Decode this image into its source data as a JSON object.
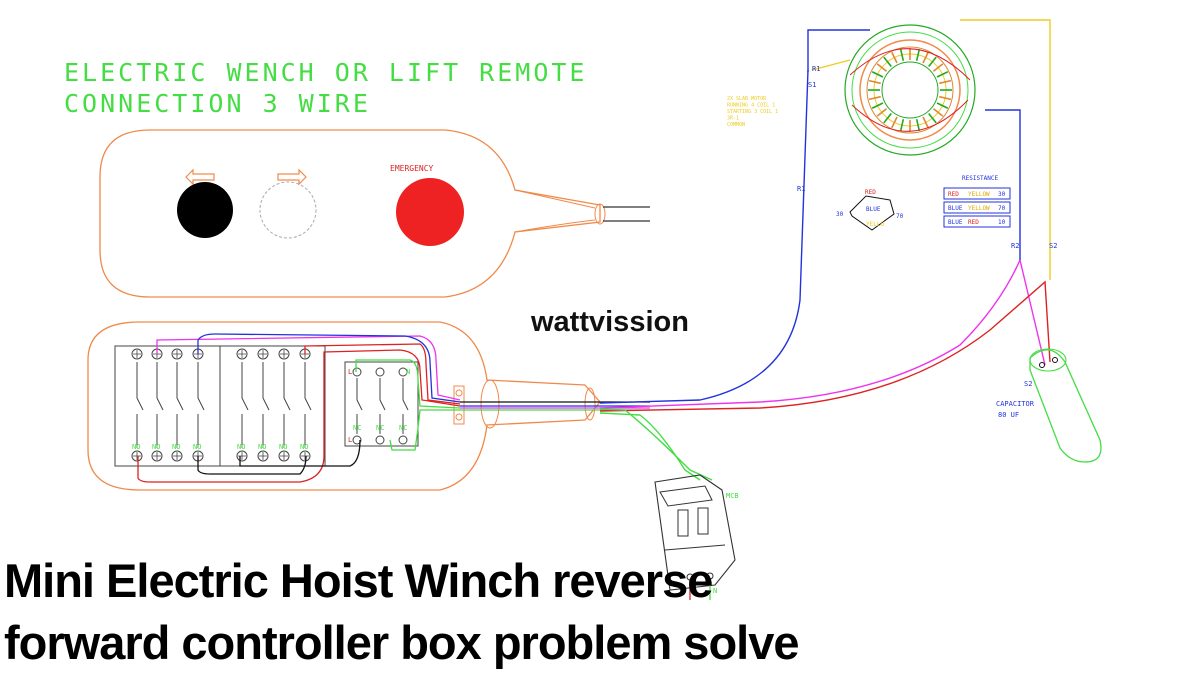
{
  "heading": {
    "line1": "ELECTRIC WENCH OR LIFT REMOTE",
    "line2": "CONNECTION 3 WIRE"
  },
  "remote": {
    "emergency_label": "EMERGENCY",
    "left_arrow_icon": "left-arrow-icon",
    "right_arrow_icon": "right-arrow-icon"
  },
  "watermark": "wattvission",
  "controller": {
    "no_label": "NO",
    "nc_label": "NC",
    "l_label": "L",
    "n_label": "N"
  },
  "motor": {
    "r1": "R1",
    "s1": "S1",
    "note": [
      "2X SLAB MOTOR",
      "RUNNING 4 COIL 1",
      "STARTING 3 COIL 1",
      "3R-1",
      "COMMON"
    ],
    "wire_r1": "R1",
    "wire_r2": "R2",
    "wire_s2": "S2"
  },
  "legend": {
    "title": "RESISTANCE",
    "rows": [
      {
        "a": "RED",
        "b": "YELLOW",
        "v": "30"
      },
      {
        "a": "BLUE",
        "b": "YELLOW",
        "v": "70"
      },
      {
        "a": "BLUE",
        "b": "RED",
        "v": "10"
      }
    ]
  },
  "triangle": {
    "top": "RED",
    "mid": "BLUE",
    "bottom": "YELLO",
    "left_val": "30",
    "right_val": "70"
  },
  "capacitor": {
    "terminal": "S2",
    "label": "CAPACITOR",
    "value": "80 UF"
  },
  "mcb": {
    "label": "MCB",
    "l": "L",
    "n": "N"
  },
  "caption": {
    "line1": "Mini Electric Hoist Winch reverse",
    "line2": "forward controller box problem solve"
  },
  "colors": {
    "cad_green": "#44dd44",
    "outline_orange": "#f08a4b",
    "emergency_red": "#ee2222",
    "wire_blue": "#2233dd",
    "wire_magenta": "#ee33ee",
    "wire_red": "#dd2222",
    "wire_yellow": "#eecc22"
  }
}
